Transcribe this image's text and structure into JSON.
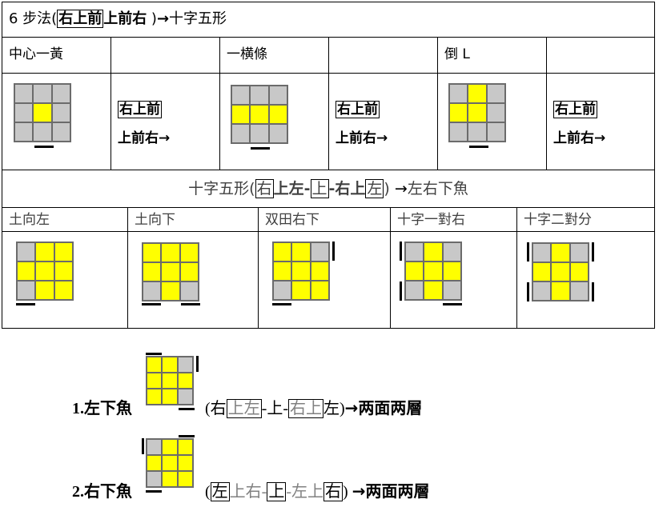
{
  "header": {
    "prefix": "6 步法(",
    "alg_boxed": "右上前",
    "alg_rest": "上前右",
    "suffix": " )",
    "arrow": "→",
    "result": "十字五形"
  },
  "row1": {
    "cases": [
      {
        "label": "中心一黃",
        "alg_line1": "右上前",
        "alg_line2": "上前右",
        "arrow": "→"
      },
      {
        "label": "一横條",
        "alg_line1": "右上前",
        "alg_line2": "上前右",
        "arrow": "→"
      },
      {
        "label": "倒 L",
        "alg_line1": "右上前",
        "alg_line2": "上前右",
        "arrow": "→"
      }
    ]
  },
  "section2": {
    "prefix": "十字五形(",
    "m1": "右",
    "t1": "上左-",
    "m2": "上",
    "t2": "-右上",
    "m3": "左",
    "suffix": ")",
    "arrow": "→",
    "result": "左右下魚"
  },
  "row2": {
    "labels": [
      "土向左",
      "土向下",
      "双田右下",
      "十字一對右",
      "十字二對分"
    ]
  },
  "bottom": {
    "line1": {
      "label": "1.左下魚",
      "open": "(",
      "a1": "右",
      "a2": "上左",
      "a3": "-上-",
      "a4": "右上",
      "a5": "左",
      "close": ")",
      "arrow": "→",
      "result": "两面两層"
    },
    "line2": {
      "label": "2.右下魚",
      "open": "(",
      "a1": "左",
      "a2": "上右-",
      "a3": "上",
      "a4": "-左上",
      "a5": "右",
      "close": ")",
      "arrow": "→",
      "result": "两面两層"
    }
  },
  "colors": {
    "yellow": "#ffff00",
    "gray": "#c8c8c8"
  }
}
